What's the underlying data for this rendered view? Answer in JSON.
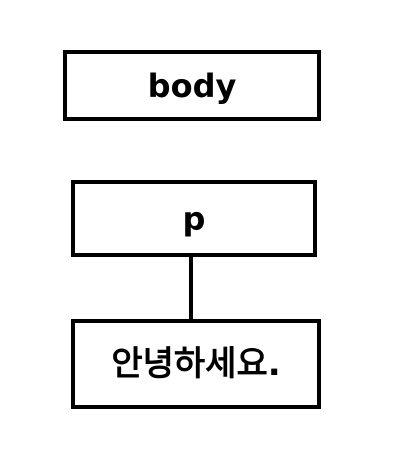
{
  "diagram": {
    "nodes": [
      {
        "id": "body",
        "label": "body"
      },
      {
        "id": "p",
        "label": "p"
      },
      {
        "id": "text",
        "label": "안녕하세요."
      }
    ],
    "edges": [
      {
        "from": "p",
        "to": "text"
      }
    ],
    "colors": {
      "stroke": "#000000",
      "background": "#ffffff",
      "text": "#000000"
    }
  }
}
